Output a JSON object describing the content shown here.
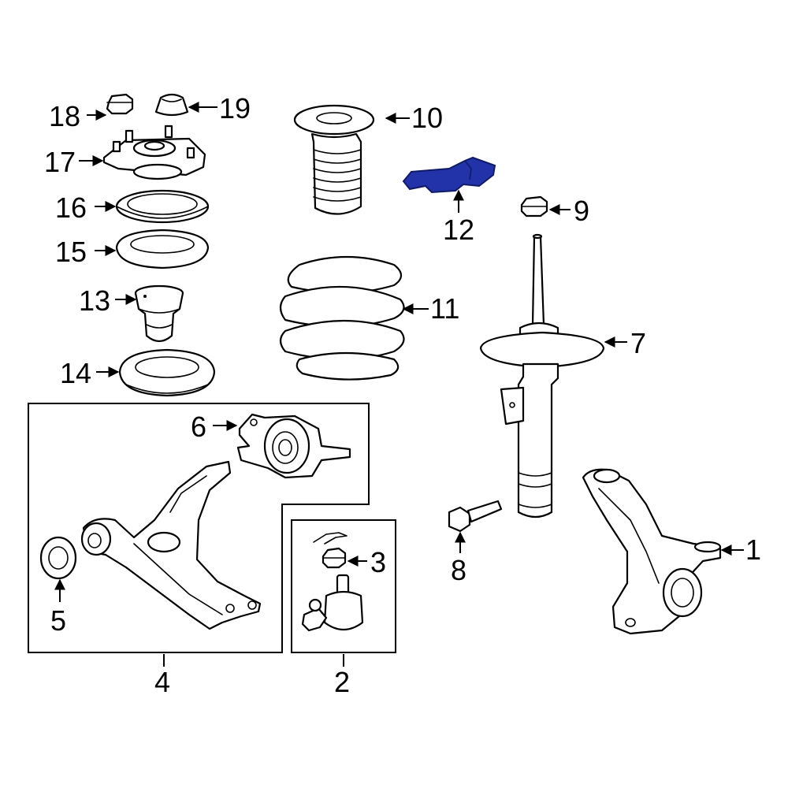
{
  "callouts": {
    "c1": "1",
    "c2": "2",
    "c3": "3",
    "c4": "4",
    "c5": "5",
    "c6": "6",
    "c7": "7",
    "c8": "8",
    "c9": "9",
    "c10": "10",
    "c11": "11",
    "c12": "12",
    "c13": "13",
    "c14": "14",
    "c15": "15",
    "c16": "16",
    "c17": "17",
    "c18": "18",
    "c19": "19"
  },
  "colors": {
    "highlight": "#2233aa",
    "highlight_stroke": "#101a66",
    "line": "#000000"
  }
}
